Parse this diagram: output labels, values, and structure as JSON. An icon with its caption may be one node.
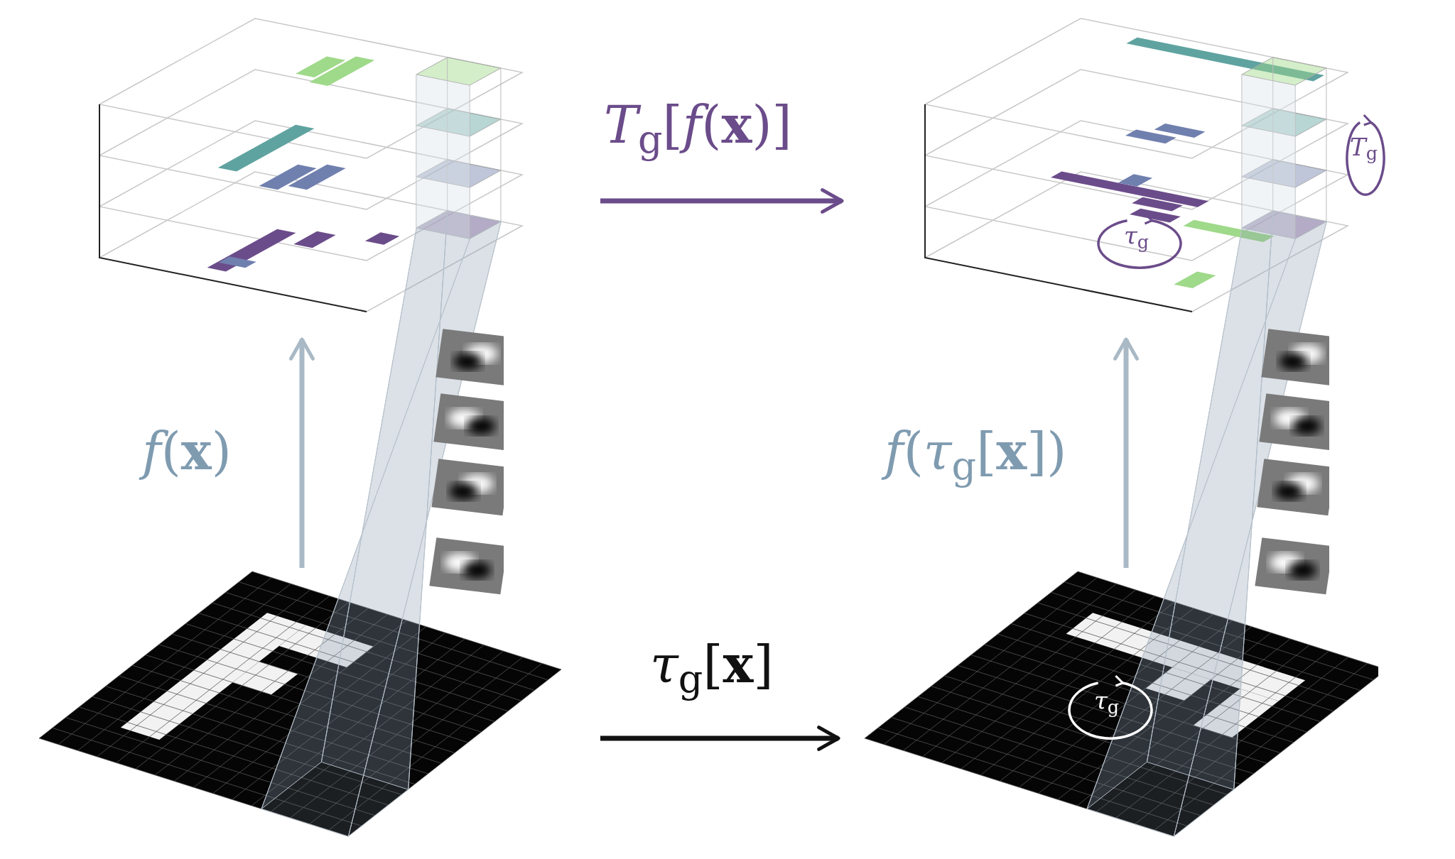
{
  "diagram": {
    "nodes": [
      {
        "text": [],
        "shape": "picture"
      },
      {
        "text": [],
        "shape": "picture",
        "beside": [
          "*T*$_{g}$"
        ]
      },
      {
        "text": [],
        "shape": "picture"
      },
      {
        "text": [],
        "shape": "picture"
      }
    ],
    "edges": [
      {
        "from": 2,
        "to": 0,
        "arrow": "to",
        "label": "*f*(**x**)",
        "color": "#a9b9c5"
      },
      {
        "from": 3,
        "to": 1,
        "arrow": "to",
        "label": "*f*(*τ*$_{g}$[**x**])",
        "color": "#a9b9c5"
      },
      {
        "from": 0,
        "to": 1,
        "arrow": "to",
        "label": "*T*$_{g}$[*f*(**x**)]",
        "color": "#6b4c8a"
      },
      {
        "from": 2,
        "to": 3,
        "arrow": "to",
        "label": "*τ*$_{g}$[**x**]",
        "color": "#111111"
      }
    ],
    "labels": [
      "*τ*$_{g}$",
      "*τ*$_{g}$"
    ]
  }
}
